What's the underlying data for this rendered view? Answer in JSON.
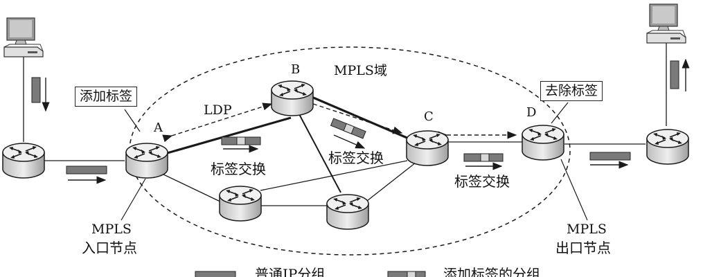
{
  "domain_label": "MPLS域",
  "ldp_label": "LDP",
  "nodes": {
    "a": "A",
    "b": "B",
    "c": "C",
    "d": "D"
  },
  "callouts": {
    "add_label": "添加标签",
    "remove_label": "去除标签"
  },
  "swap_labels": [
    "标签交换",
    "标签交换",
    "标签交换"
  ],
  "ingress": {
    "line1": "MPLS",
    "line2": "入口节点"
  },
  "egress": {
    "line1": "MPLS",
    "line2": "出口节点"
  },
  "legend": {
    "plain_ip": "普通IP分组",
    "labeled": "添加标签的分组"
  },
  "colors": {
    "ink": "#1a1a1a",
    "packet": "#7a7a7a",
    "label_tag": "#d8d8d8",
    "router_body": "#d9d9d9",
    "router_top": "#f2f2f2"
  }
}
